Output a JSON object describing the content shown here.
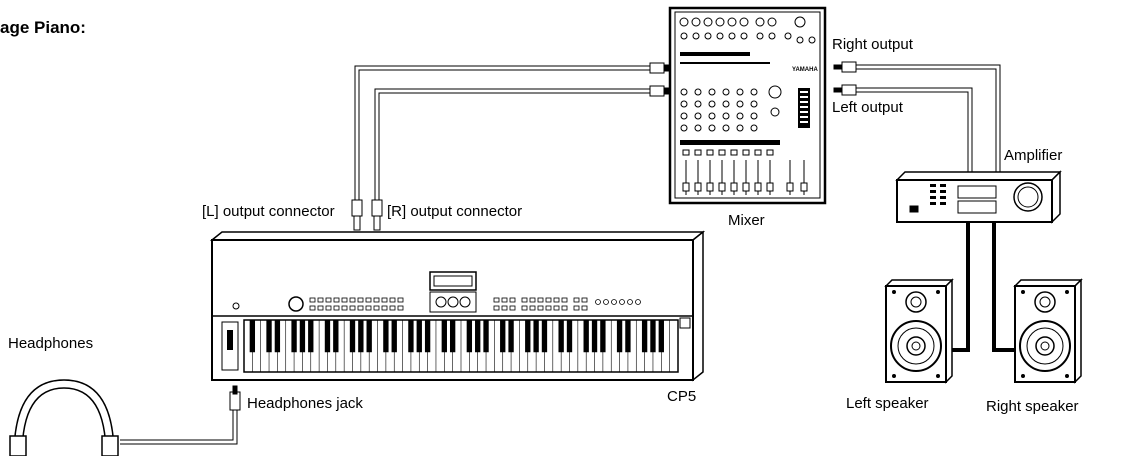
{
  "title": "age Piano:",
  "labels": {
    "right_output": "Right output",
    "left_output": "Left output",
    "amplifier": "Amplifier",
    "mixer": "Mixer",
    "l_output_connector": "[L] output connector",
    "r_output_connector": "[R] output connector",
    "headphones": "Headphones",
    "headphones_jack": "Headphones jack",
    "cp5": "CP5",
    "left_speaker": "Left speaker",
    "right_speaker": "Right speaker",
    "mixer_brand": "YAMAHA"
  },
  "icons": [
    "piano-icon",
    "mixer-icon",
    "amplifier-icon",
    "speaker-icon",
    "headphones-icon",
    "cable-icon",
    "jack-plug-icon"
  ]
}
